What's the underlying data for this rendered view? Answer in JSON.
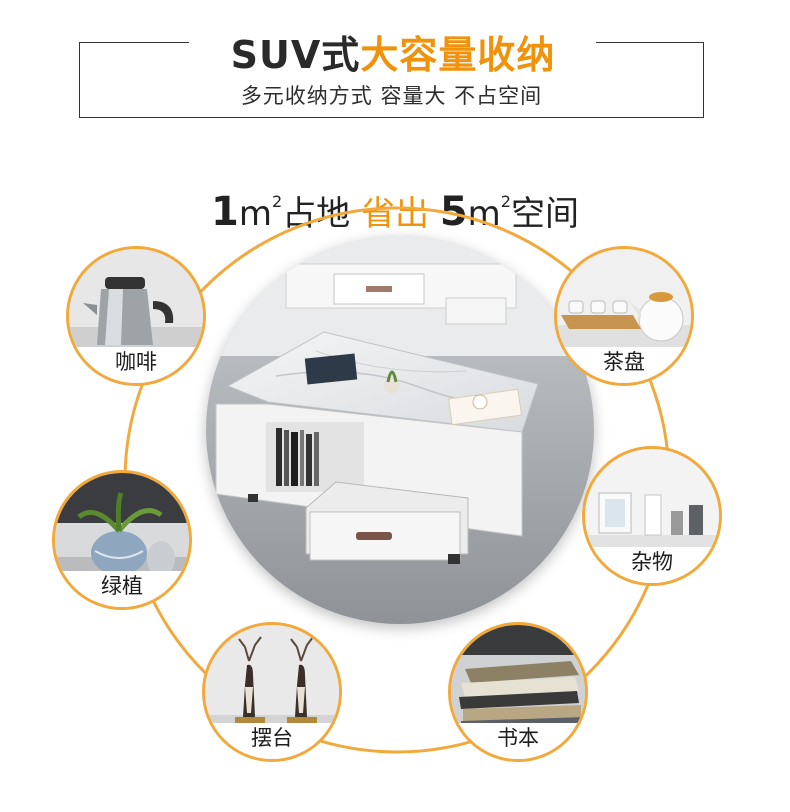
{
  "header": {
    "title_prefix": "SUV式",
    "title_accent": "大容量收纳",
    "subtitle": "多元收纳方式 容量大 不占空间"
  },
  "headline": {
    "num1": "1",
    "unit1": "m",
    "sup1": "2",
    "text1": "占地",
    "accent": "省出",
    "num2": "5",
    "unit2": "m",
    "sup2": "2",
    "text2": "空间"
  },
  "bubbles": {
    "coffee": "咖啡",
    "tea": "茶盘",
    "plant": "绿植",
    "misc": "杂物",
    "decor": "摆台",
    "books": "书本"
  },
  "colors": {
    "accent": "#f0930c",
    "orbit": "#f2a93b",
    "text": "#222222"
  }
}
